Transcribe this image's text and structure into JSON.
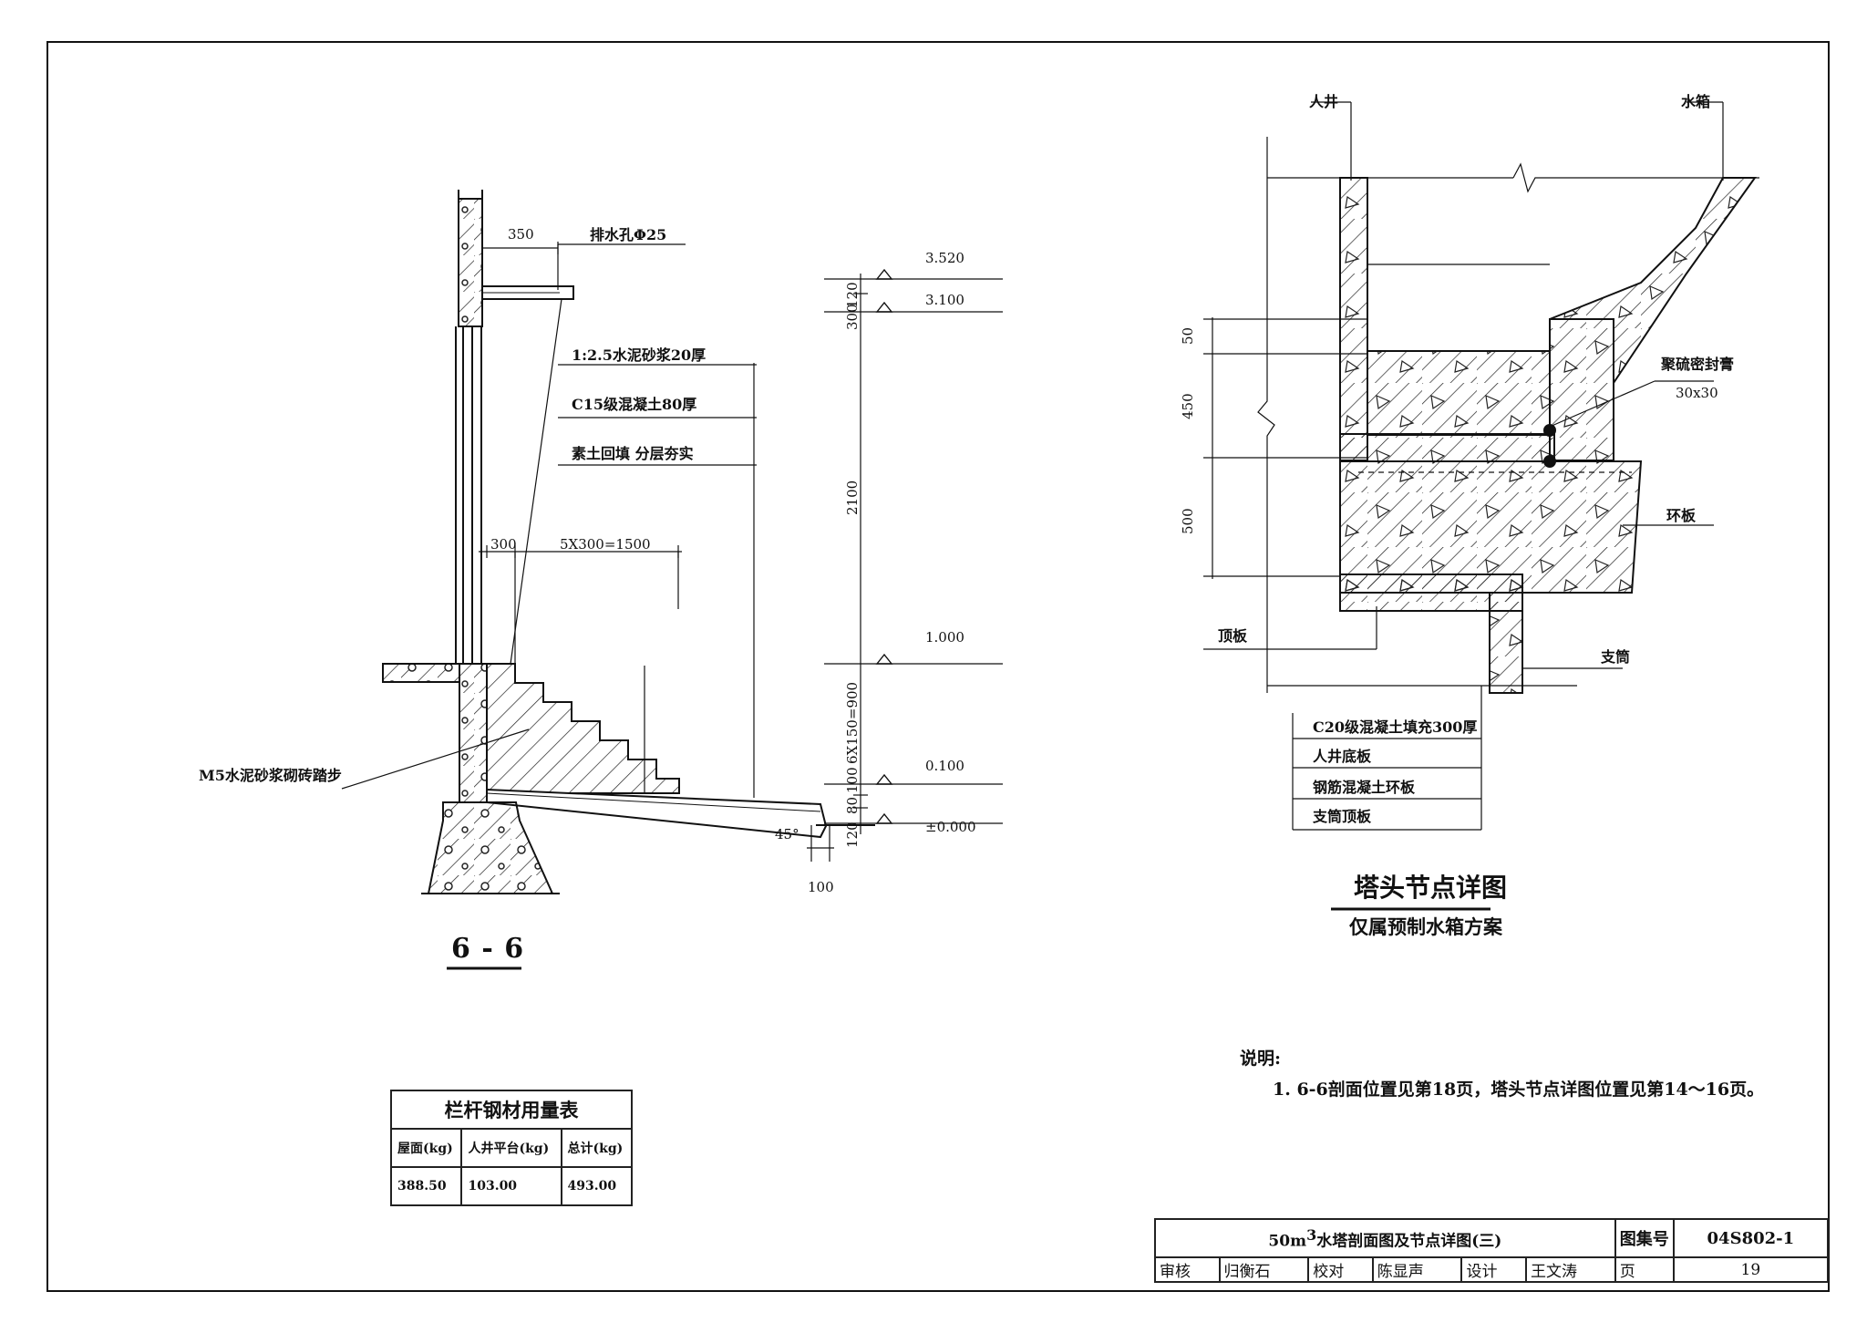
{
  "left_section": {
    "drain_dim": "350",
    "drain_note": "排水孔Φ25",
    "layer1": "1:2.5水泥砂浆20厚",
    "layer2": "C15级混凝土80厚",
    "layer3": "素土回填 分层夯实",
    "step_first": "300",
    "step_run": "5X300=1500",
    "brick_note": "M5水泥砂浆砌砖踏步",
    "elev_top": "3.520",
    "elev_2": "3.100",
    "elev_3": "1.000",
    "elev_4": "0.100",
    "elev_5": "±0.000",
    "dim_120a": "120",
    "dim_300": "300",
    "dim_2100": "2100",
    "dim_steps": "6X150=900",
    "dim_100": "100",
    "dim_80": "80",
    "dim_120b": "120",
    "angle": "45°",
    "bottom_100": "100",
    "label": "6 - 6"
  },
  "right_section": {
    "manhole": "人井",
    "tank": "水箱",
    "sealant": "聚硫密封膏",
    "sealant_size": "30x30",
    "ring_plate": "环板",
    "top_plate": "顶板",
    "support": "支筒",
    "dim_50": "50",
    "dim_450": "450",
    "dim_500": "500",
    "legend": [
      "C20级混凝土填充300厚",
      "人井底板",
      "钢筋混凝土环板",
      "支筒顶板"
    ],
    "title": "塔头节点详图",
    "subtitle": "仅属预制水箱方案"
  },
  "notes": {
    "heading": "说明:",
    "line1": "1. 6-6剖面位置见第18页，塔头节点详图位置见第14～16页。"
  },
  "steel_table": {
    "title": "栏杆钢材用量表",
    "headers": [
      "屋面(kg)",
      "人井平台(kg)",
      "总计(kg)"
    ],
    "values": [
      "388.50",
      "103.00",
      "493.00"
    ]
  },
  "title_block": {
    "title_pre": "50m",
    "title_sup": "3",
    "title_post": "水塔剖面图及节点详图(三)",
    "atlas_label": "图集号",
    "atlas_no": "04S802-1",
    "review": "审核",
    "reviewer": "归衡石",
    "check": "校对",
    "checker": "陈显声",
    "design": "设计",
    "designer": "王文涛",
    "page_label": "页",
    "page_no": "19"
  }
}
